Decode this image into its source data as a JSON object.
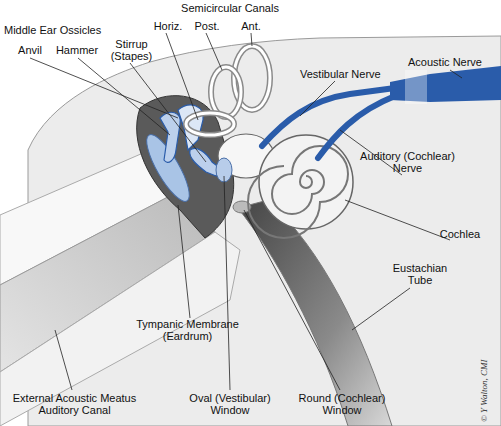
{
  "diagram": {
    "labels": [
      "Semicircular Canals",
      "Horiz.",
      "Post.",
      "Ant.",
      "Middle Ear Ossicles",
      "Anvil",
      "Hammer",
      "Stirrup (Stapes)",
      "Vestibular Nerve",
      "Acoustic Nerve",
      "Auditory (Cochlear) Nerve",
      "Cochlea",
      "Eustachian Tube",
      "Tympanic Membrane (Eardrum)",
      "External Acoustic Meatus Auditory Canal",
      "Oval (Vestibular) Window",
      "Round (Cochlear) Window",
      "© Y Walton, CMI"
    ]
  }
}
